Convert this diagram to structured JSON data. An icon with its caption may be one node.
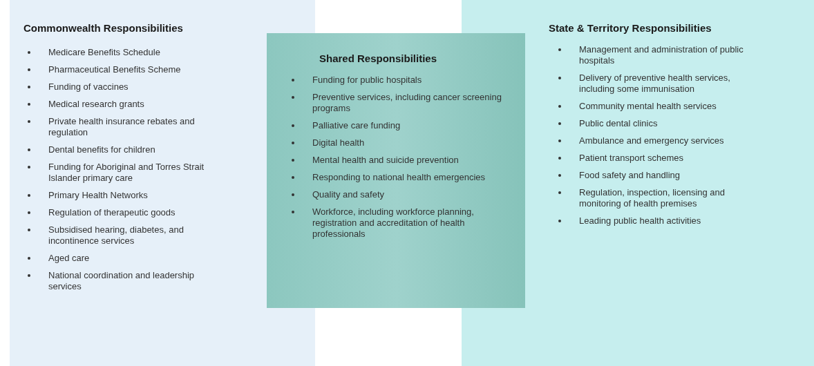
{
  "diagram": {
    "nodes": [
      {
        "text": [
          "Commonwealth Responsibilities",
          "Medicare Benefits Schedule",
          "Pharmaceutical Benefits Scheme",
          "Funding of vaccines",
          "Medical research grants",
          "Private health insurance rebates and regulation",
          "Dental benefits for children",
          "Funding for Aboriginal and Torres Strait Islander primary care",
          "Primary Health Networks",
          "Regulation of therapeutic goods",
          "Subsidised hearing, diabetes, and incontinence services",
          "Aged care",
          "National coordination and leadership services"
        ]
      },
      {
        "text": [
          "State & Territory Responsibilities",
          "Management and administration of public hospitals",
          "Delivery of preventive health services, including some immunisation",
          "Community mental health services",
          "Public dental clinics",
          "Ambulance and emergency services",
          "Patient transport schemes",
          "Food safety and handling",
          "Regulation, inspection, licensing and monitoring of health premises",
          "Leading public health activities"
        ]
      },
      {
        "text": [
          "Shared Responsibilities",
          "Funding for public hospitals",
          "Preventive services, including cancer screening programs",
          "Palliative care funding",
          "Digital health",
          "Mental health and suicide prevention",
          "Responding to national health emergencies",
          "Quality and safety",
          "Workforce, including workforce planning, registration and accreditation of health professionals"
        ]
      }
    ]
  }
}
